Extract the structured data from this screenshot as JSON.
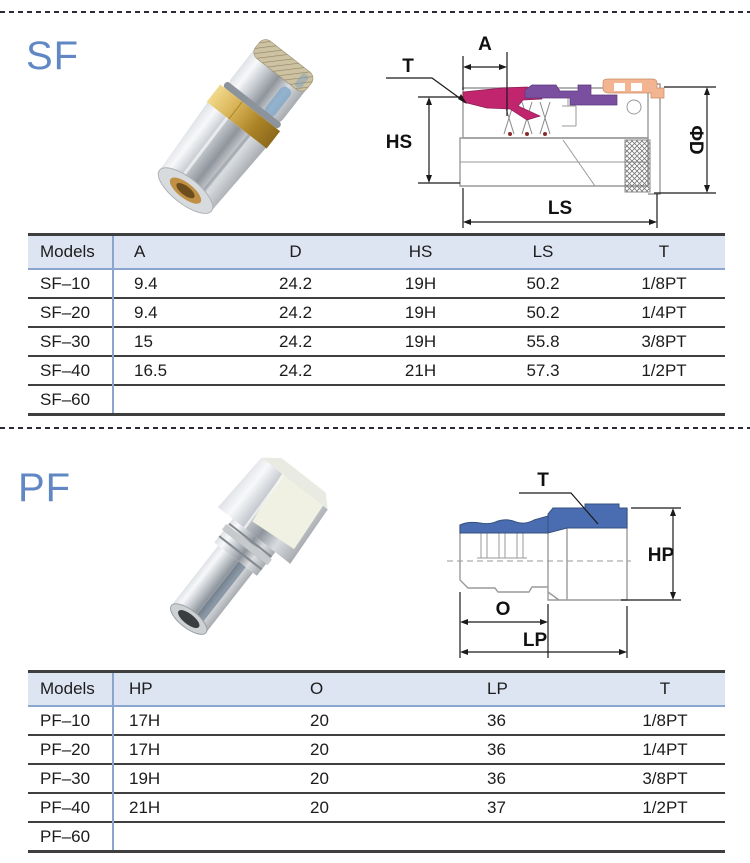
{
  "colors": {
    "accent_blue": "#6287c5",
    "header_bg": "#dde4f2",
    "line_dark": "#3f3f3f",
    "line_blue": "#8aa6cf",
    "diagram_magenta": "#c0256e",
    "diagram_purple": "#7b4fa0",
    "diagram_peach": "#f3b491",
    "diagram_blue": "#4a6cb0",
    "outline_gray": "#9a9a9a"
  },
  "sf": {
    "title": "SF",
    "diagram": {
      "t": "T",
      "a": "A",
      "hs": "HS",
      "ls": "LS",
      "phi_d": "ΦD"
    },
    "table": {
      "headers": [
        "Models",
        "A",
        "D",
        "HS",
        "LS",
        "T"
      ],
      "rows": [
        [
          "SF–10",
          "9.4",
          "24.2",
          "19H",
          "50.2",
          "1/8PT"
        ],
        [
          "SF–20",
          "9.4",
          "24.2",
          "19H",
          "50.2",
          "1/4PT"
        ],
        [
          "SF–30",
          "15",
          "24.2",
          "19H",
          "55.8",
          "3/8PT"
        ],
        [
          "SF–40",
          "16.5",
          "24.2",
          "21H",
          "57.3",
          "1/2PT"
        ],
        [
          "SF–60",
          "",
          "",
          "",
          "",
          ""
        ]
      ]
    }
  },
  "pf": {
    "title": "PF",
    "diagram": {
      "t": "T",
      "hp": "HP",
      "o": "O",
      "lp": "LP"
    },
    "table": {
      "headers": [
        "Models",
        "HP",
        "O",
        "LP",
        "T"
      ],
      "rows": [
        [
          "PF–10",
          "17H",
          "20",
          "36",
          "1/8PT"
        ],
        [
          "PF–20",
          "17H",
          "20",
          "36",
          "1/4PT"
        ],
        [
          "PF–30",
          "19H",
          "20",
          "36",
          "3/8PT"
        ],
        [
          "PF–40",
          "21H",
          "20",
          "37",
          "1/2PT"
        ],
        [
          "PF–60",
          "",
          "",
          "",
          ""
        ]
      ]
    }
  }
}
